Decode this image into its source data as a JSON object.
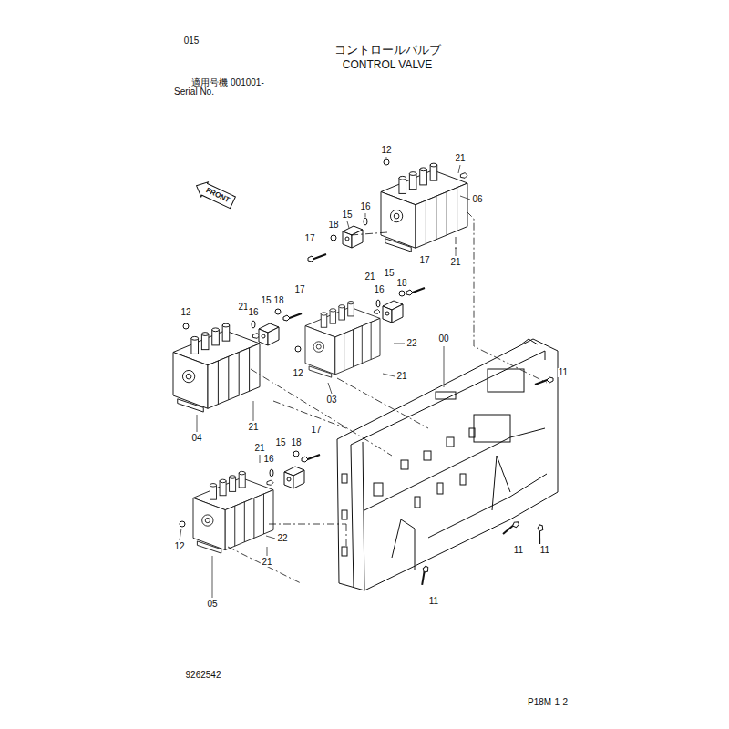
{
  "diagram": {
    "title": "コントロールバルブ",
    "nodes": [
      {
        "text": [
          "FRONT"
        ]
      }
    ],
    "labels": [
      "015",
      "CONTROL VALVE",
      "適用号機 001001-",
      "Serial No.",
      "12",
      "21",
      "06",
      "15",
      "18",
      "16",
      "17",
      "21",
      "21",
      "15",
      "18",
      "17",
      "16",
      "22",
      "12",
      "03",
      "21",
      "12",
      "21",
      "16",
      "15",
      "18",
      "17",
      "04",
      "21",
      "00",
      "11",
      "11",
      "11",
      "11",
      "21",
      "15",
      "18",
      "17",
      "16",
      "12",
      "22",
      "21",
      "05",
      "9262542",
      "P18M-1-2"
    ]
  }
}
